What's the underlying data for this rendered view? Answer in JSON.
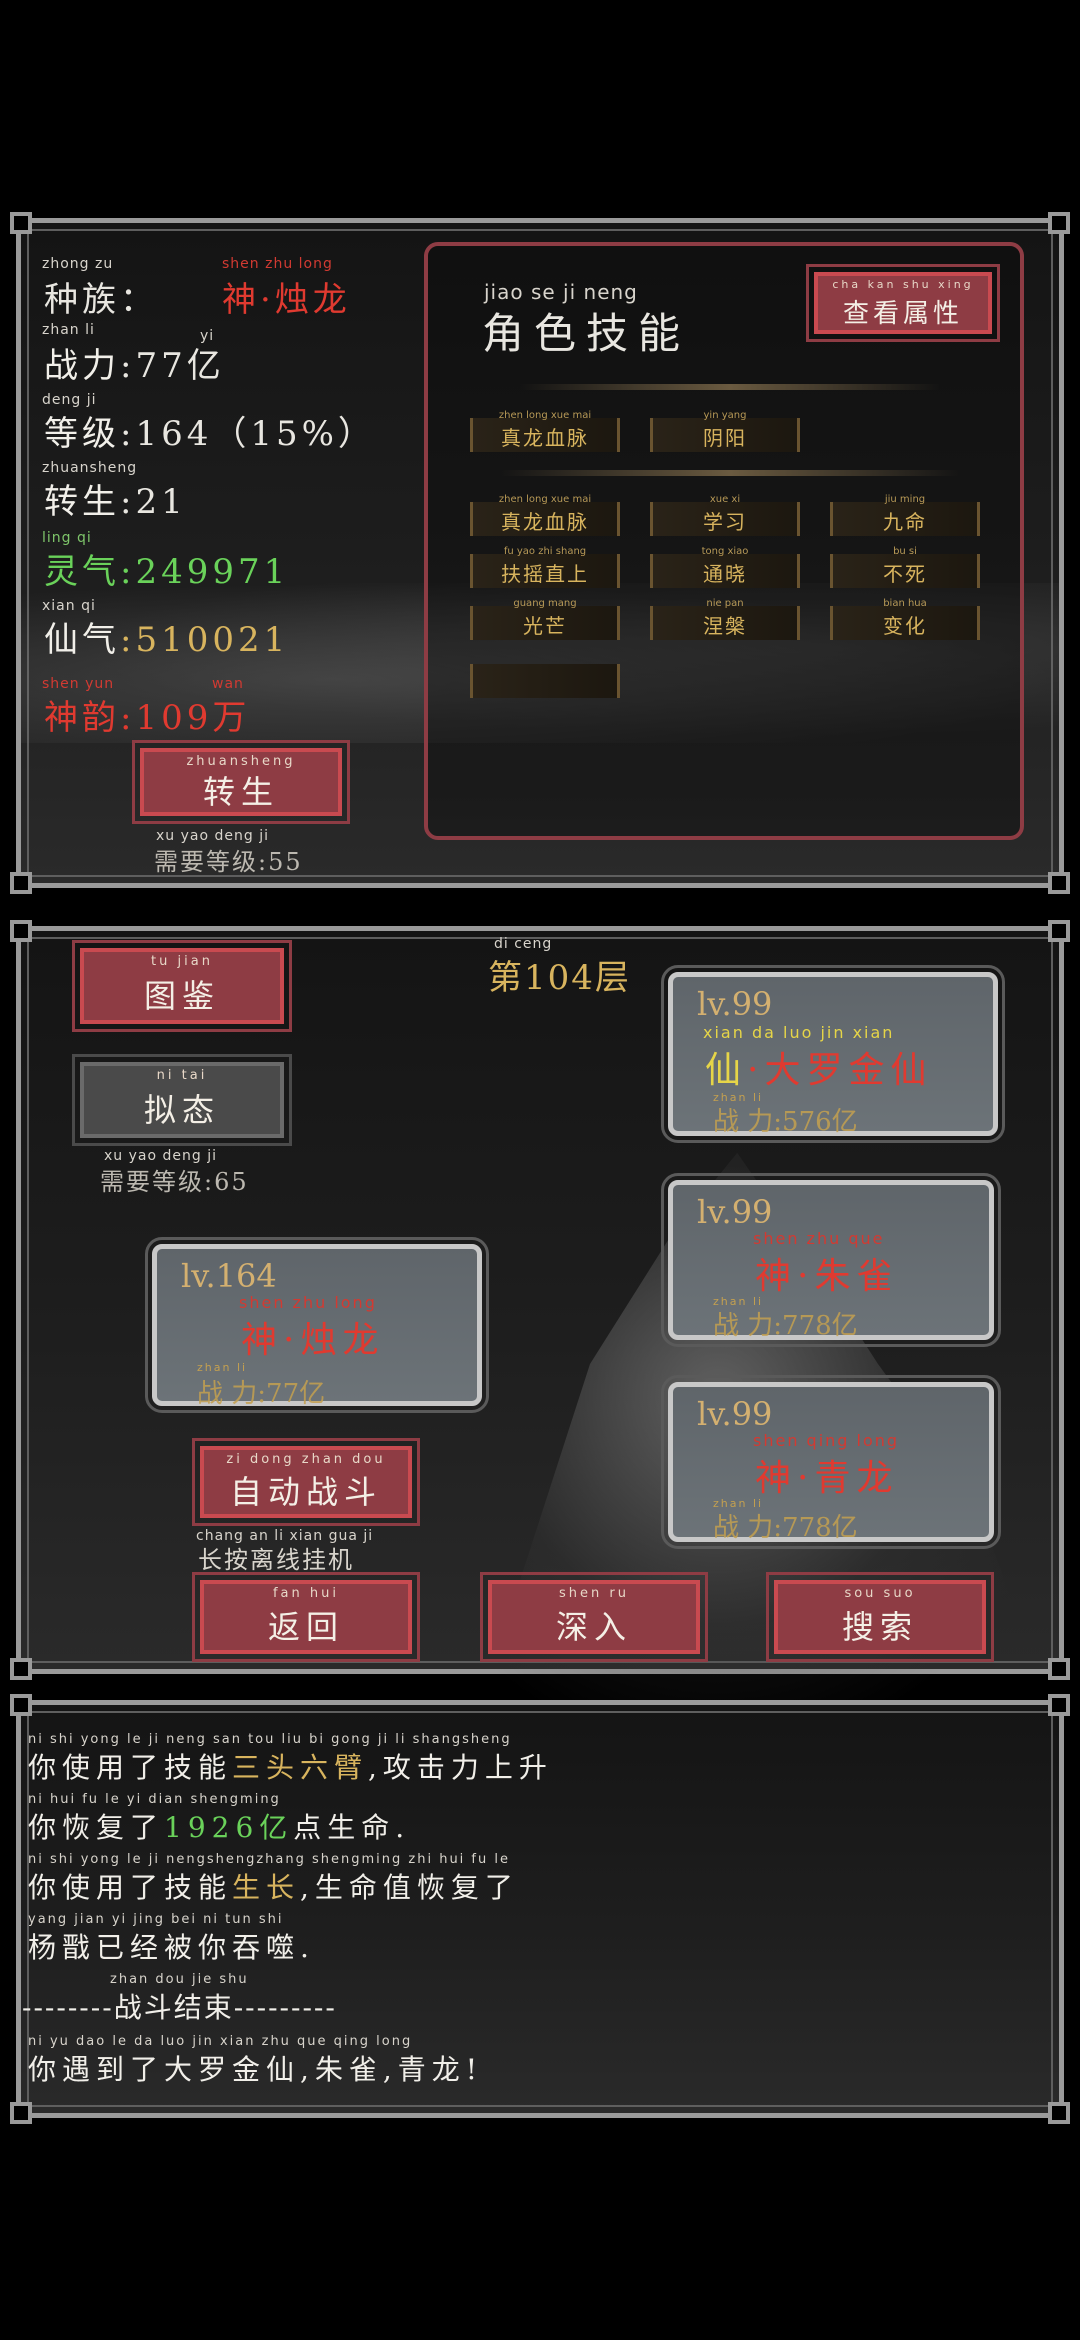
{
  "character": {
    "race": {
      "pinyin": "zhong zu",
      "label": "种族：",
      "value_pinyin": "shen  zhu long",
      "value": "神·烛龙"
    },
    "power": {
      "pinyin": "zhan  li",
      "label": "战力",
      "value": ":77亿",
      "sup": "yi"
    },
    "level": {
      "pinyin": "deng  ji",
      "label": "等级",
      "value": ":164（15%）"
    },
    "rebirth": {
      "pinyin": "zhuansheng",
      "label": "转生",
      "value": ":21"
    },
    "spirit": {
      "pinyin": "ling  qi",
      "label": "灵气",
      "value": ":249971"
    },
    "immortal": {
      "pinyin": "xian  qi",
      "label": "仙气",
      "value": ":510021"
    },
    "divine": {
      "pinyin": "shen yun",
      "label": "神韵",
      "value": ":109万",
      "sup": "wan"
    },
    "rebirth_button": {
      "pinyin": "zhuansheng",
      "label": "转生"
    },
    "rebirth_req": {
      "pinyin": "xu  yao deng  ji",
      "label": "需要等级:55"
    }
  },
  "skills": {
    "title_pinyin": "jiao   se    ji   neng",
    "title": "角色技能",
    "view_attr": {
      "pinyin": "cha  kan  shu  xing",
      "label": "查看属性"
    },
    "row1": [
      {
        "pinyin": "zhen long xue mai",
        "label": "真龙血脉"
      },
      {
        "pinyin": "yin yang",
        "label": "阴阳"
      }
    ],
    "grid": [
      {
        "pinyin": "zhen long xue mai",
        "label": "真龙血脉"
      },
      {
        "pinyin": "xue  xi",
        "label": "学习"
      },
      {
        "pinyin": "jiu  ming",
        "label": "九命"
      },
      {
        "pinyin": "fu  yao  zhi shang",
        "label": "扶摇直上"
      },
      {
        "pinyin": "tong xiao",
        "label": "通晓"
      },
      {
        "pinyin": "bu  si",
        "label": "不死"
      },
      {
        "pinyin": "guang mang",
        "label": "光芒"
      },
      {
        "pinyin": "nie  pan",
        "label": "涅槃"
      },
      {
        "pinyin": "bian hua",
        "label": "变化"
      }
    ]
  },
  "battle": {
    "floor_pinyin": "di        ceng",
    "floor": "第104层",
    "atlas_button": {
      "pinyin": "tu  jian",
      "label": "图鉴"
    },
    "mimic_button": {
      "pinyin": "ni  tai",
      "label": "拟态"
    },
    "mimic_req": {
      "pinyin": "xu  yao deng  ji",
      "label": "需要等级:65"
    },
    "player_card": {
      "level": "lv.164",
      "name_pinyin": "shen   zhu  long",
      "name": "神·烛龙",
      "power_pinyin": "zhan li",
      "power": "战 力:77亿"
    },
    "enemies": [
      {
        "level": "lv.99",
        "name_pinyin": "xian      da   luo   jin  xian",
        "name": "仙·大罗金仙",
        "power_pinyin": "zhan li",
        "power": "战 力:576亿",
        "prefix_color": "#e6d548"
      },
      {
        "level": "lv.99",
        "name_pinyin": "shen   zhu  que",
        "name": "神·朱雀",
        "power_pinyin": "zhan li",
        "power": "战 力:778亿",
        "prefix_color": "#e03a30"
      },
      {
        "level": "lv.99",
        "name_pinyin": "shen  qing long",
        "name": "神·青龙",
        "power_pinyin": "zhan li",
        "power": "战 力:778亿",
        "prefix_color": "#e03a30"
      }
    ],
    "auto_button": {
      "pinyin": "zi  dong zhan dou",
      "label": "自动战斗"
    },
    "offline_hint": {
      "pinyin": "chang  an    li  xian gua  ji",
      "label": "长按离线挂机"
    },
    "back_button": {
      "pinyin": "fan  hui",
      "label": "返回"
    },
    "deeper_button": {
      "pinyin": "shen  ru",
      "label": "深入"
    },
    "search_button": {
      "pinyin": "sou  suo",
      "label": "搜索"
    }
  },
  "log": [
    {
      "pinyin": "ni   shi  yong  le    ji   neng san  tou  liu   bi    gong  ji    li  shangsheng",
      "text": "你使用了技能三头六臂,攻击力上升"
    },
    {
      "pinyin": "ni   hui   fu   le                       yi  dian shengming",
      "text": "你恢复了1926亿点生命."
    },
    {
      "pinyin": "ni   shi  yong  le    ji  nengshengzhang shengming  zhi  hui   fu   le",
      "text": "你使用了技能生长,生命值恢复了"
    },
    {
      "pinyin": "yang jian  yi   jing  bei   ni   tun  shi",
      "text": "杨戬已经被你吞噬."
    },
    {
      "pinyin": "zhan dou  jie  shu",
      "text": "--------战斗结束---------"
    },
    {
      "pinyin": "ni   yu  dao  le   da   luo   jin  xian  zhu  que  qing long",
      "text": "你遇到了大罗金仙,朱雀,青龙!"
    }
  ]
}
